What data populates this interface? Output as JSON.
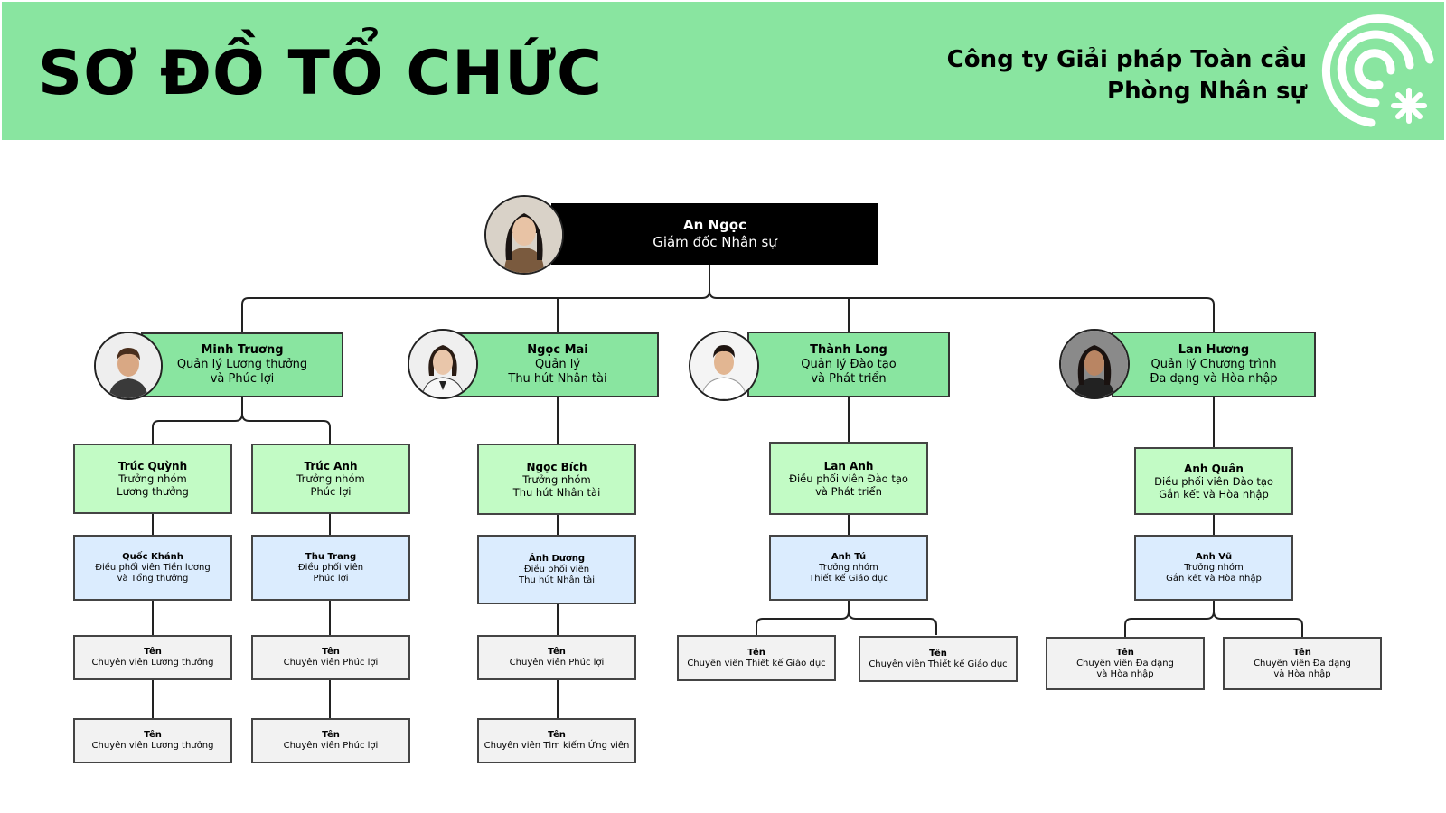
{
  "header": {
    "title": "SƠ ĐỒ TỔ CHỨC",
    "company_line1": "Công ty Giải pháp Toàn cầu",
    "company_line2": "Phòng Nhân sự",
    "logo_icon": "rings-asterisk-logo"
  },
  "colors": {
    "header_bg": "#89e5a0",
    "manager_bg": "#89e5a0",
    "lead_bg": "#c2fbc5",
    "coordinator_bg": "#dbecfe",
    "staff_bg": "#f2f2f2",
    "director_bg": "#000000"
  },
  "director": {
    "name": "An Ngọc",
    "role": "Giám đốc Nhân sự"
  },
  "managers": [
    {
      "name": "Minh Trương",
      "role": "Quản lý Lương thưởng\nvà Phúc lợi"
    },
    {
      "name": "Ngọc Mai",
      "role": "Quản lý\nThu hút Nhân tài"
    },
    {
      "name": "Thành Long",
      "role": "Quản lý Đào tạo\nvà Phát triển"
    },
    {
      "name": "Lan Hương",
      "role": "Quản lý Chương trình\nĐa dạng và Hòa nhập"
    }
  ],
  "leads": [
    {
      "name": "Trúc Quỳnh",
      "role": "Trưởng nhóm\nLương thưởng"
    },
    {
      "name": "Trúc Anh",
      "role": "Trưởng nhóm\nPhúc lợi"
    },
    {
      "name": "Ngọc Bích",
      "role": "Trưởng nhóm\nThu hút Nhân tài"
    },
    {
      "name": "Lan Anh",
      "role": "Điều phối viên Đào tạo\nvà Phát triển"
    },
    {
      "name": "Anh Quân",
      "role": "Điều phối viên Đào tạo\nGắn kết và Hòa nhập"
    }
  ],
  "coordinators": [
    {
      "name": "Quốc Khánh",
      "role": "Điều phối viên Tiền lương\nvà Tổng thưởng"
    },
    {
      "name": "Thu Trang",
      "role": "Điều phối viên\nPhúc lợi"
    },
    {
      "name": "Ánh Dương",
      "role": "Điều phối viên\nThu hút Nhân tài"
    },
    {
      "name": "Anh Tú",
      "role": "Trưởng nhóm\nThiết kế Giáo dục"
    },
    {
      "name": "Anh Vũ",
      "role": "Trưởng nhóm\nGắn kết và Hòa nhập"
    }
  ],
  "staff": [
    {
      "name": "Tên",
      "role": "Chuyên viên Lương thưởng"
    },
    {
      "name": "Tên",
      "role": "Chuyên viên Phúc lợi"
    },
    {
      "name": "Tên",
      "role": "Chuyên viên Phúc lợi"
    },
    {
      "name": "Tên",
      "role": "Chuyên viên Thiết kế Giáo dục"
    },
    {
      "name": "Tên",
      "role": "Chuyên viên Thiết kế Giáo dục"
    },
    {
      "name": "Tên",
      "role": "Chuyên viên Đa dạng\nvà Hòa nhập"
    },
    {
      "name": "Tên",
      "role": "Chuyên viên Đa dạng\nvà Hòa nhập"
    },
    {
      "name": "Tên",
      "role": "Chuyên viên Lương thưởng"
    },
    {
      "name": "Tên",
      "role": "Chuyên viên Phúc lợi"
    },
    {
      "name": "Tên",
      "role": "Chuyên viên Tìm kiếm Ứng viên"
    }
  ]
}
